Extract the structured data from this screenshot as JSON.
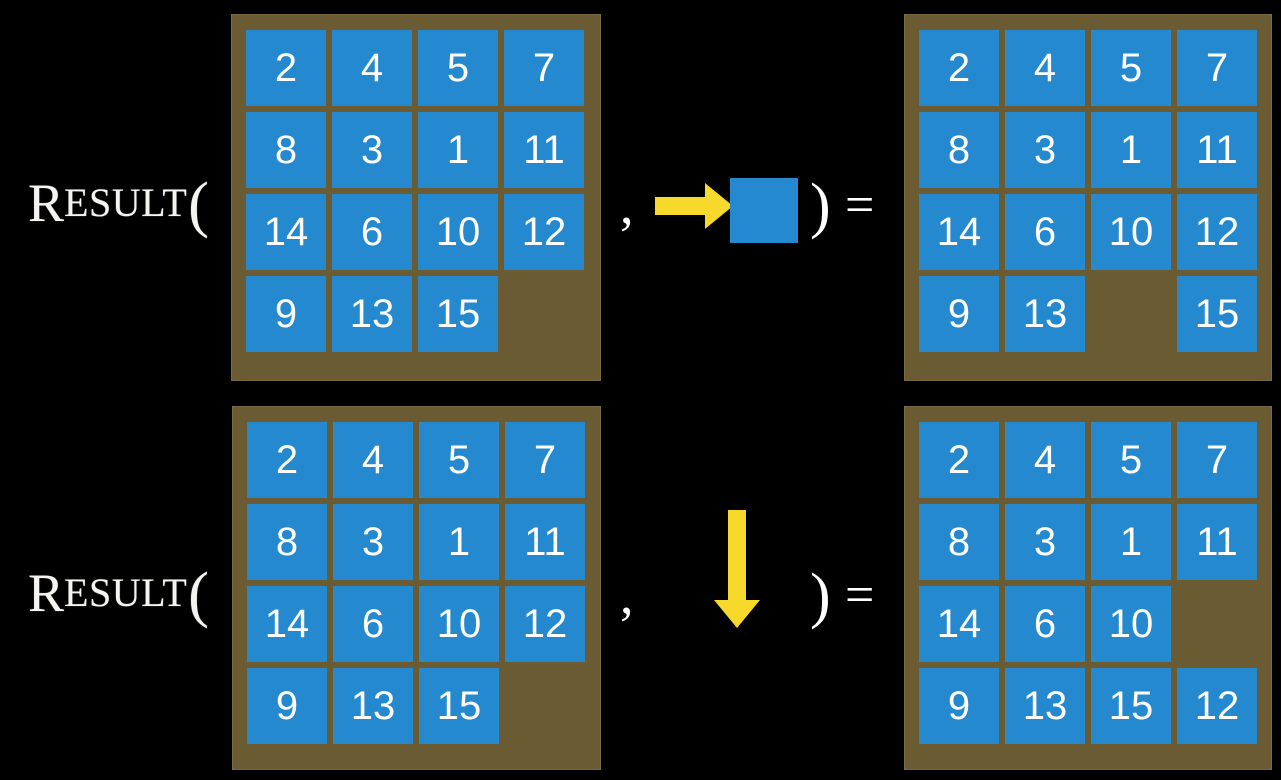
{
  "page": {
    "background_color": "#000000",
    "tile_color": "#2489ce",
    "board_color": "#6b5b32",
    "arrow_color": "#f7d92b",
    "text_color": "#ffffff"
  },
  "equations": [
    {
      "id": "equation-row-slide-right",
      "label": {
        "first_letter": "R",
        "small_caps": "ESULT",
        "open_paren": "("
      },
      "comma": ",",
      "close_paren": ")",
      "equals": "=",
      "input_board": {
        "name": "input-board-top",
        "rows": [
          [
            "2",
            "4",
            "5",
            "7"
          ],
          [
            "8",
            "3",
            "1",
            "11"
          ],
          [
            "14",
            "6",
            "10",
            "12"
          ],
          [
            "9",
            "13",
            "15",
            ""
          ]
        ]
      },
      "action": {
        "name": "move-right",
        "direction": "right",
        "arrow_icon": "arrow-right-icon",
        "tile_label": ""
      },
      "output_board": {
        "name": "output-board-top",
        "rows": [
          [
            "2",
            "4",
            "5",
            "7"
          ],
          [
            "8",
            "3",
            "1",
            "11"
          ],
          [
            "14",
            "6",
            "10",
            "12"
          ],
          [
            "9",
            "13",
            "",
            "15"
          ]
        ]
      }
    },
    {
      "id": "equation-row-slide-down",
      "label": {
        "first_letter": "R",
        "small_caps": "ESULT",
        "open_paren": "("
      },
      "comma": ",",
      "close_paren": ")",
      "equals": "=",
      "input_board": {
        "name": "input-board-bottom",
        "rows": [
          [
            "2",
            "4",
            "5",
            "7"
          ],
          [
            "8",
            "3",
            "1",
            "11"
          ],
          [
            "14",
            "6",
            "10",
            "12"
          ],
          [
            "9",
            "13",
            "15",
            ""
          ]
        ]
      },
      "action": {
        "name": "move-down",
        "direction": "down",
        "arrow_icon": "arrow-down-icon",
        "tile_label": ""
      },
      "output_board": {
        "name": "output-board-bottom",
        "rows": [
          [
            "2",
            "4",
            "5",
            "7"
          ],
          [
            "8",
            "3",
            "1",
            "11"
          ],
          [
            "14",
            "6",
            "10",
            ""
          ],
          [
            "9",
            "13",
            "15",
            "12"
          ]
        ]
      }
    }
  ]
}
